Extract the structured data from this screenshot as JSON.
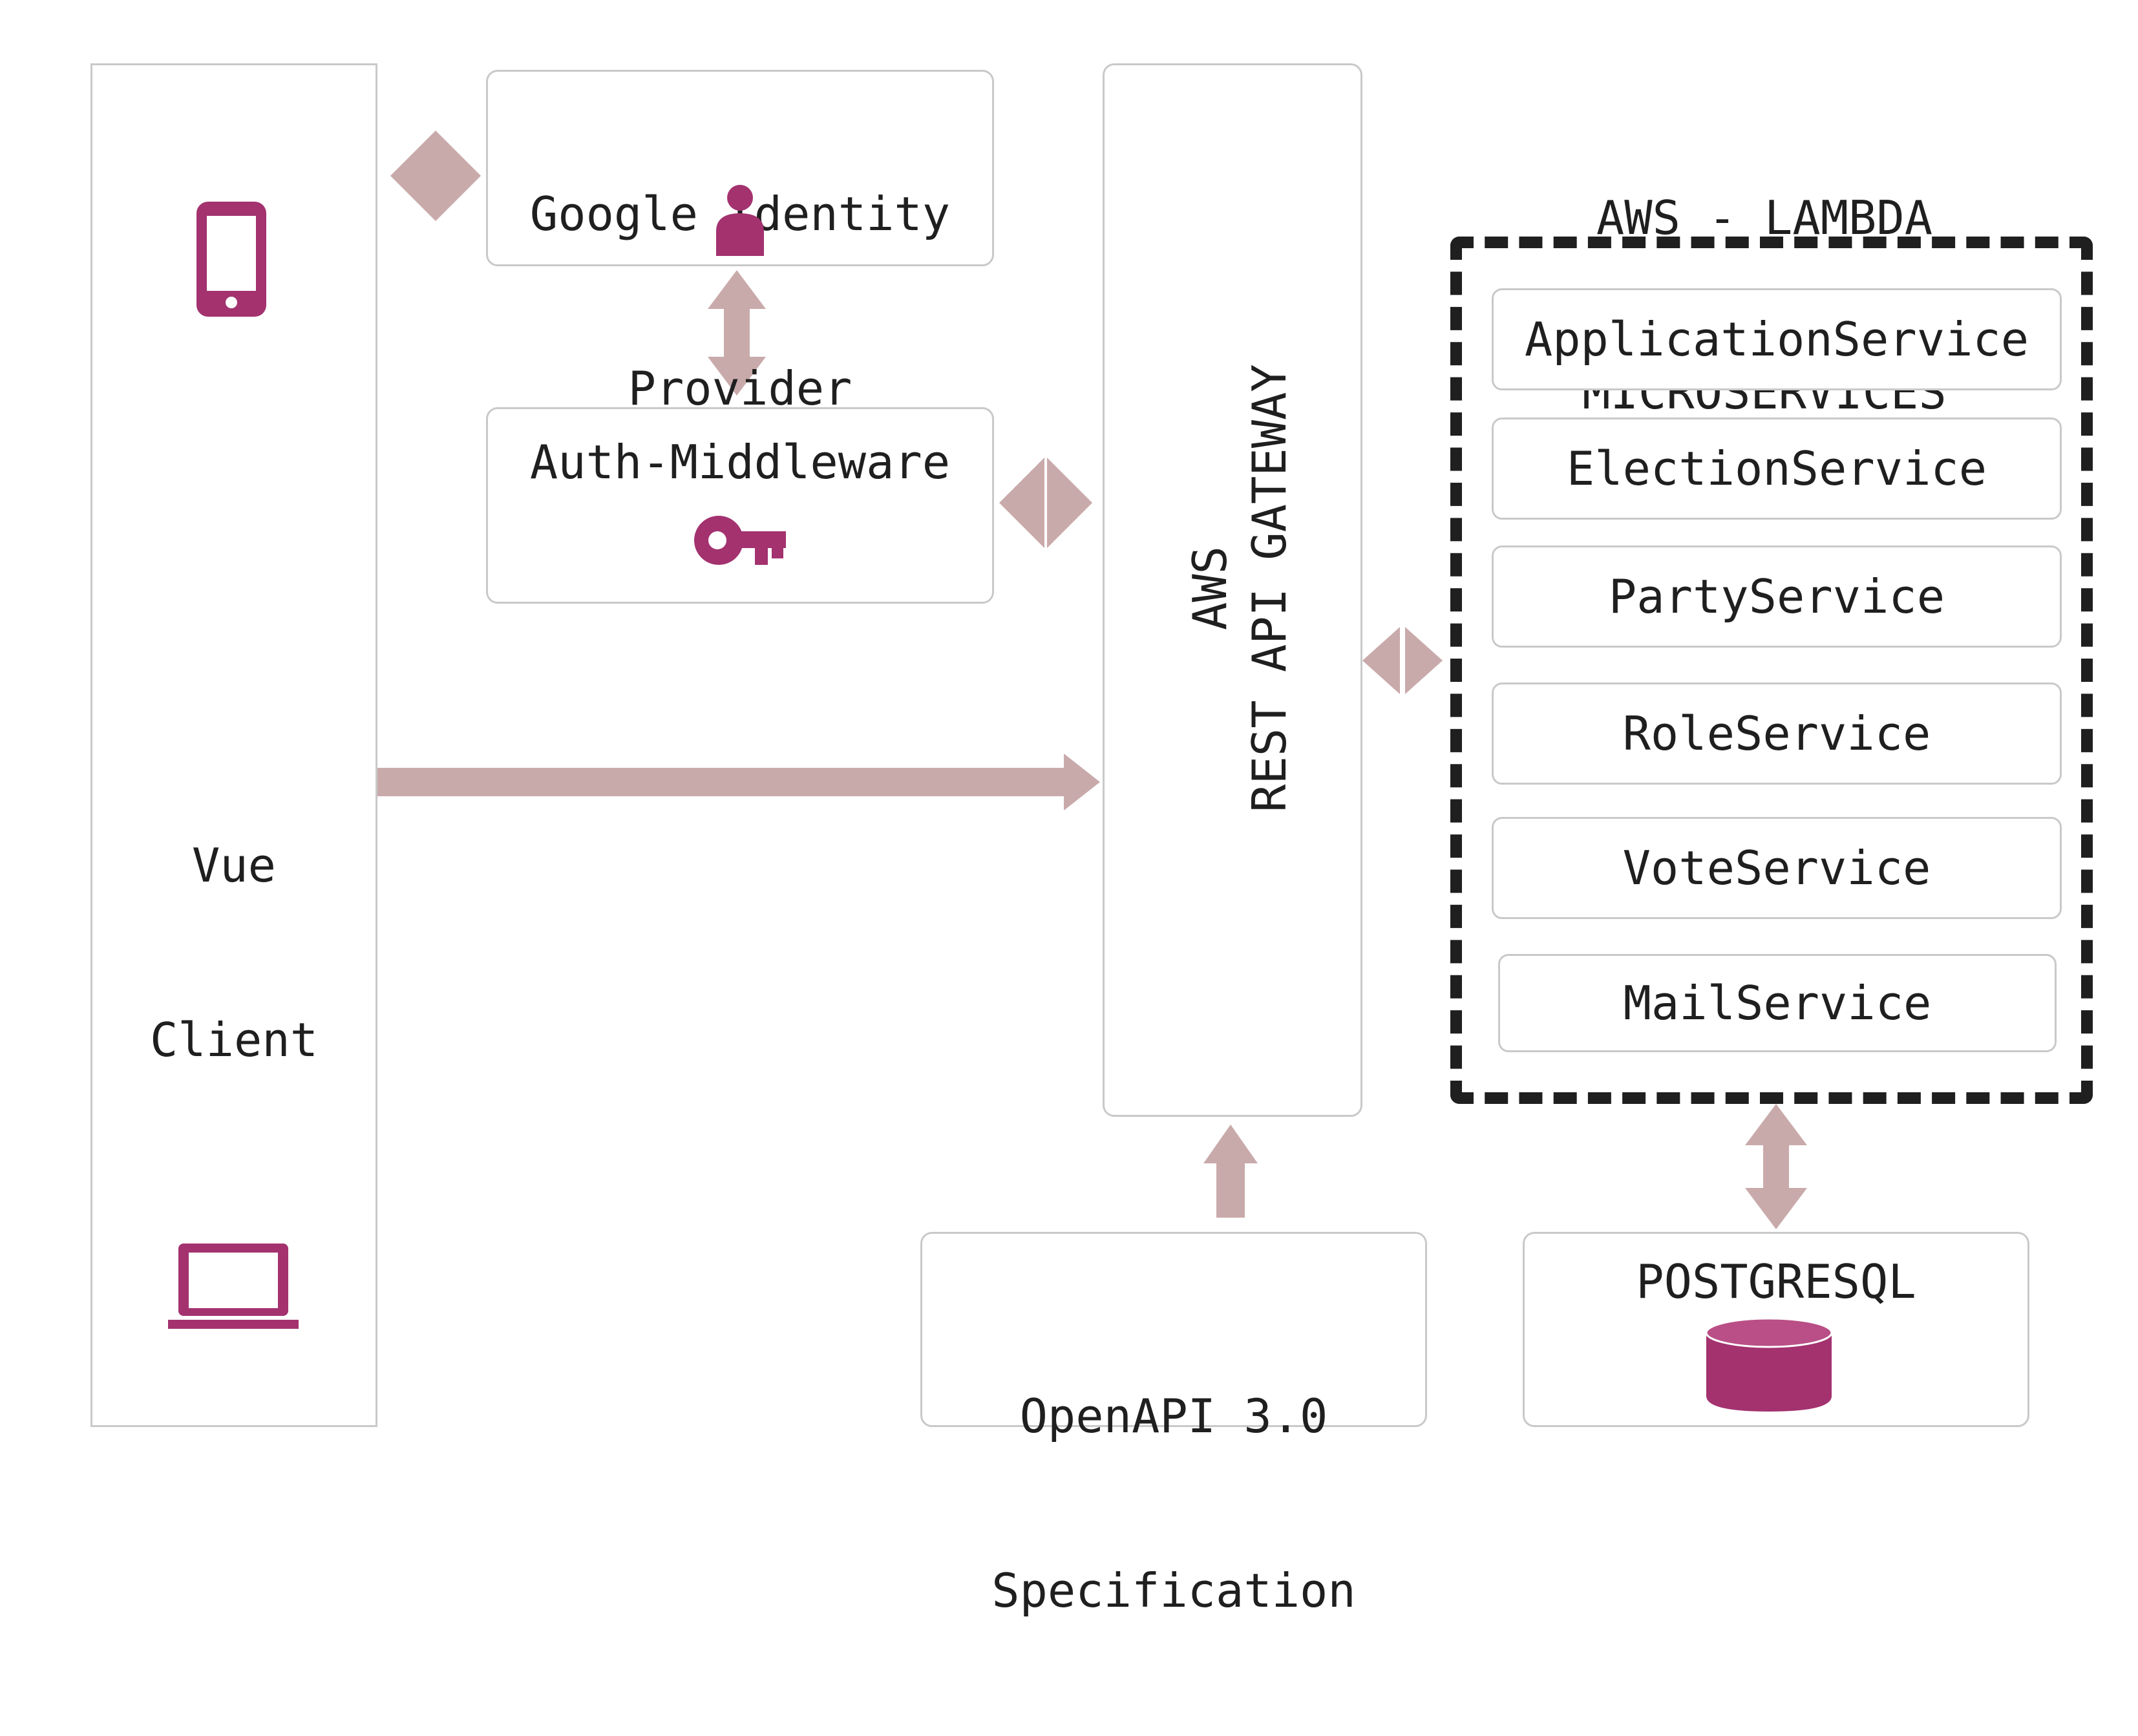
{
  "colors": {
    "arrow": "#c9aaab",
    "icon": "#a3326f",
    "border": "#c9c9c9",
    "dashed_border": "#1f1f1f"
  },
  "client": {
    "label_line1": "Vue",
    "label_line2": "Client",
    "icons": [
      "smartphone-icon",
      "laptop-icon"
    ]
  },
  "identity_provider": {
    "label_line1": "Google Identity",
    "label_line2": "Provider",
    "icon": "user-icon"
  },
  "auth_middleware": {
    "label": "Auth-Middleware",
    "icon": "key-icon"
  },
  "gateway": {
    "label_line1": "AWS",
    "label_line2": "REST API GATEWAY"
  },
  "lambda_group": {
    "title_line1": "AWS - LAMBDA",
    "title_line2": "MICROSERVICES",
    "services": [
      "ApplicationService",
      "ElectionService",
      "PartyService",
      "RoleService",
      "VoteService",
      "MailService"
    ]
  },
  "openapi": {
    "label_line1": "OpenAPI 3.0",
    "label_line2": "Specification"
  },
  "database": {
    "label": "POSTGRESQL",
    "icon": "database-icon"
  }
}
